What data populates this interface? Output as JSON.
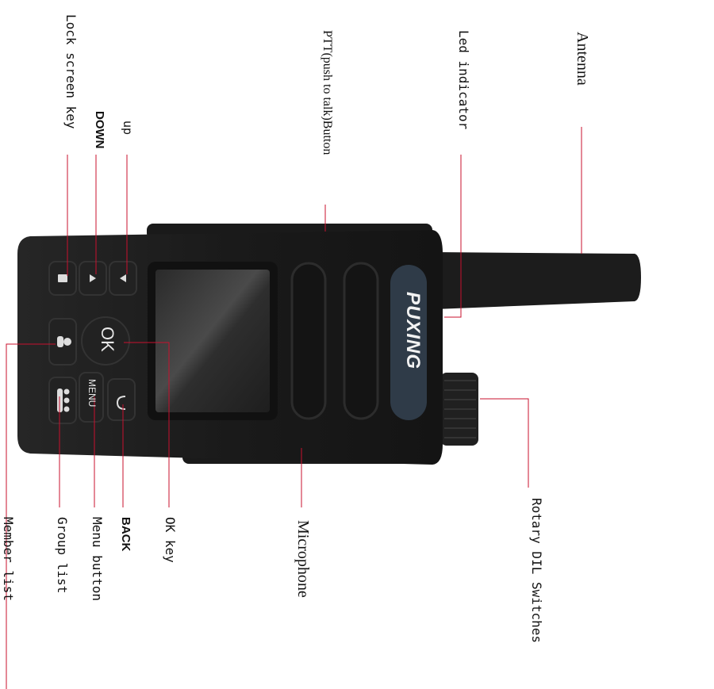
{
  "brand": "PUXING",
  "labels": {
    "lock_screen_key": "Lock screen key",
    "down": "DOWN",
    "up": "up",
    "ptt": "PTT(push to talk)Button",
    "led": "Led indicator",
    "antenna": "Antenna",
    "member_list": "Member list",
    "group_list": "Group list",
    "menu_button": "Menu button",
    "back": "BACK",
    "ok_key": "OK key",
    "microphone": "Microphone",
    "rotary": "Rotary DIL Switches"
  },
  "keys": {
    "ok": "OK",
    "menu": "MENU"
  },
  "colors": {
    "leader": "#c8102e",
    "body": "#1b1b1b",
    "screen": "#3a3a3a",
    "brand_badge": "#3a4a5c"
  }
}
